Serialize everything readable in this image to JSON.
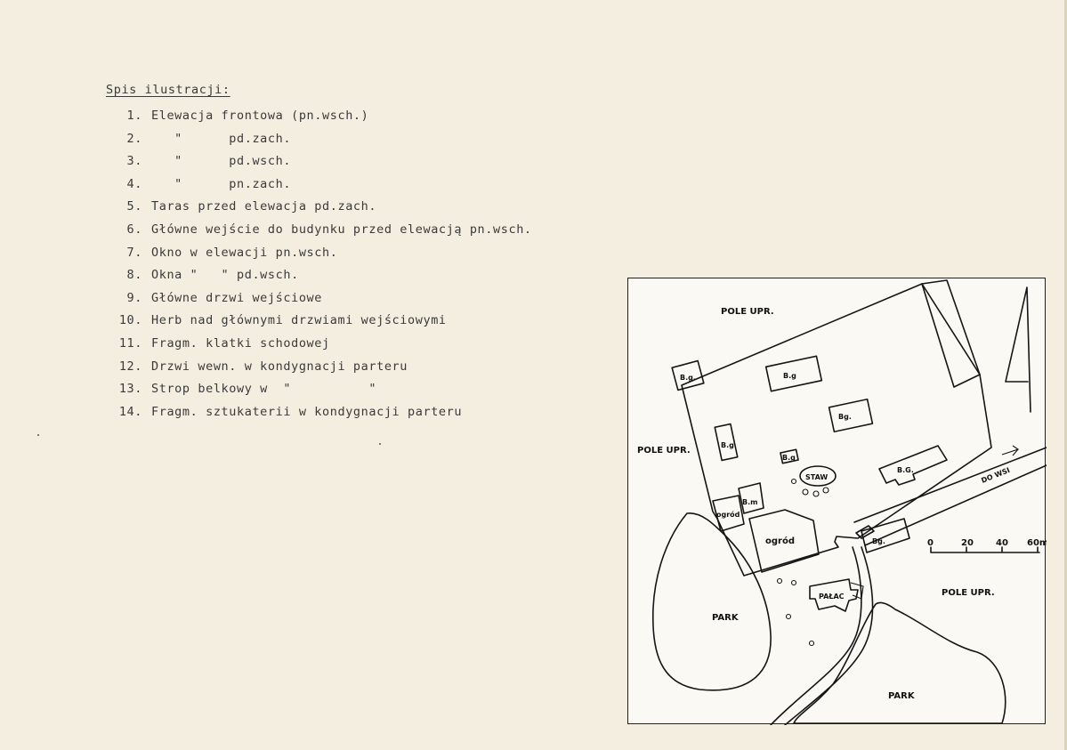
{
  "document": {
    "list_title": "Spis ilustracji:",
    "items": [
      {
        "num": "1.",
        "text": "Elewacja frontowa (pn.wsch.)"
      },
      {
        "num": "2.",
        "text": "   \"      pd.zach."
      },
      {
        "num": "3.",
        "text": "   \"      pd.wsch."
      },
      {
        "num": "4.",
        "text": "   \"      pn.zach."
      },
      {
        "num": "5.",
        "text": "Taras przed elewacja pd.zach."
      },
      {
        "num": "6.",
        "text": "Główne wejście do budynku przed elewacją pn.wsch."
      },
      {
        "num": "7.",
        "text": "Okno w elewacji pn.wsch."
      },
      {
        "num": "8.",
        "text": "Okna \"   \" pd.wsch."
      },
      {
        "num": "9.",
        "text": "Główne drzwi wejściowe"
      },
      {
        "num": "10.",
        "text": "Herb nad głównymi drzwiami wejściowymi"
      },
      {
        "num": "11.",
        "text": "Fragm. klatki schodowej"
      },
      {
        "num": "12.",
        "text": "Drzwi wewn. w kondygnacji parteru"
      },
      {
        "num": "13.",
        "text": "Strop belkowy w  \"          \""
      },
      {
        "num": "14.",
        "text": "Fragm. sztukaterii w kondygnacji parteru"
      }
    ]
  },
  "map": {
    "labels": {
      "pole_upr_top": "POLE UPR.",
      "pole_upr_left": "POLE UPR.",
      "pole_upr_right": "POLE UPR.",
      "bg_1": "B.g.",
      "bg_2": "B.g",
      "bg_3": "Bg.",
      "bg_4": "B.g",
      "bg_5": "B.g",
      "bg_6": "B.G.",
      "bg_7": "Bg.",
      "bm": "B.m",
      "ogrod_small": "ogród",
      "ogrod": "ogród",
      "staw": "STAW",
      "do_wsi": "DO WSI",
      "palac": "PAŁAC",
      "park_left": "PARK",
      "park_bottom": "PARK"
    },
    "scale": {
      "ticks": [
        "0",
        "20",
        "40",
        "60m"
      ]
    }
  }
}
